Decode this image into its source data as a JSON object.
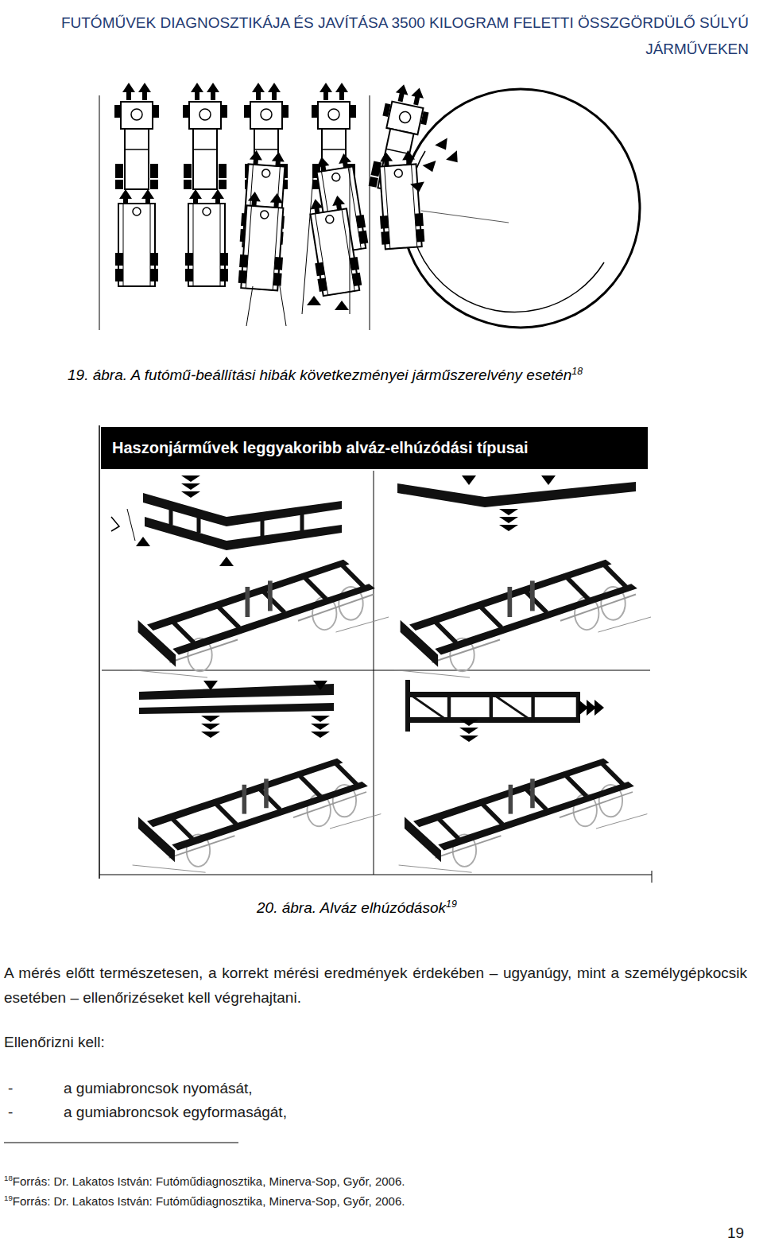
{
  "diagram": {
    "nodes": [
      {
        "text": [
          "Haszonjárművek leggyakoribb alváz-elhúzódási típusai"
        ]
      }
    ],
    "labels": [
      "FUTÓMŰVEK DIAGNOSZTIKÁJA ÉS JAVÍTÁSA 3500 KILOGRAM FELETTI ÖSSZGÖRDÜLŐ SÚLYÚ JÁRMŰVEKEN",
      "19. ábra. A futómű-beállítási hibák következményei járműszerelvény esetén",
      "18",
      "20. ábra. Alváz elhúzódások",
      "19",
      "A mérés előtt természetesen, a korrekt mérési eredmények érdekében – ugyanúgy, mint a személygépkocsik esetében – ellenőrizéseket kell végrehajtani.",
      "Ellenőrizni kell:",
      "-",
      "a gumiabroncsok nyomását,",
      "-",
      "a gumiabroncsok egyformaságát,",
      "18",
      "Forrás: Dr. Lakatos István: Futóműdiagnosztika, Minerva-Sop, Győr, 2006.",
      "19",
      "Forrás: Dr. Lakatos István: Futóműdiagnosztika, Minerva-Sop, Győr, 2006.",
      "19"
    ]
  }
}
